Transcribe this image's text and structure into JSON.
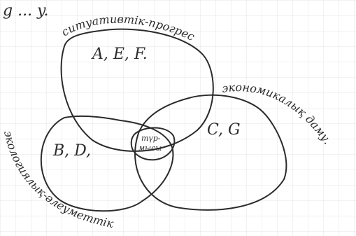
{
  "diagram": {
    "top_fragment": "g ... y.",
    "circle_top": {
      "caption": "ситуативтік-прогрес",
      "letters": "A, E, F."
    },
    "circle_right": {
      "caption": "экономикалық даму.",
      "letters": "C, G"
    },
    "circle_left": {
      "caption": "экологиялық-әлеуметтік",
      "letters": "B, D,"
    },
    "intersection": {
      "text_line1": "түр-",
      "text_line2": "мысы"
    }
  },
  "colors": {
    "paper": "#ffffff",
    "grid": "#e3e6ea",
    "ink": "#2b2b2b"
  }
}
